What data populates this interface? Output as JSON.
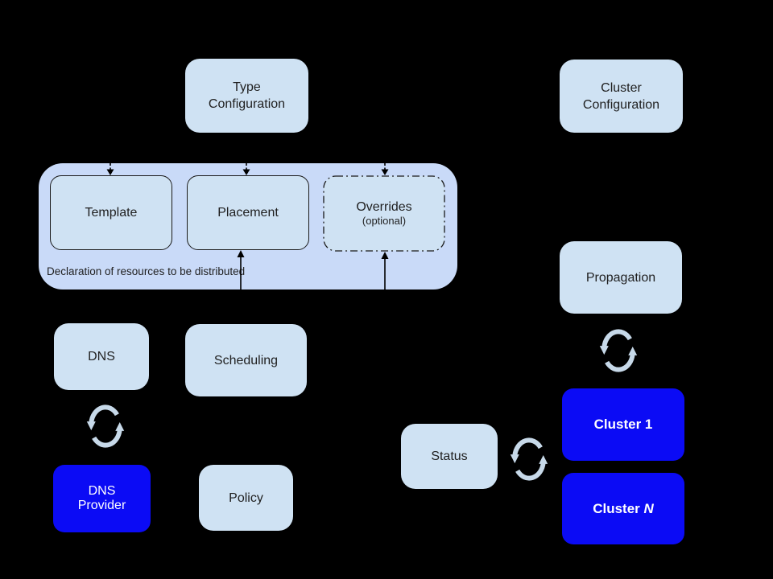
{
  "diagram": {
    "nodes": {
      "type_configuration": {
        "line1": "Type",
        "line2": "Configuration"
      },
      "cluster_configuration": {
        "line1": "Cluster",
        "line2": "Configuration"
      },
      "template": {
        "label": "Template"
      },
      "placement": {
        "label": "Placement"
      },
      "overrides": {
        "label": "Overrides",
        "note": "(optional)"
      },
      "resource_group": {
        "caption": "Declaration of resources to be distributed"
      },
      "dns": {
        "label": "DNS"
      },
      "scheduling": {
        "label": "Scheduling"
      },
      "dns_provider": {
        "line1": "DNS",
        "line2": "Provider"
      },
      "policy": {
        "label": "Policy"
      },
      "propagation": {
        "label": "Propagation"
      },
      "status": {
        "label": "Status"
      },
      "cluster_1": {
        "label": "Cluster 1"
      },
      "cluster_n": {
        "prefix": "Cluster ",
        "n": "N"
      }
    },
    "icons": {
      "sync": "sync-icon"
    },
    "colors": {
      "background": "#000000",
      "group_fill": "#c9daf8",
      "node_fill": "#cfe2f3",
      "cluster_fill": "#0b0bf5",
      "text": "#1f1f1f",
      "text_on_blue": "#ffffff",
      "sync_arrow": "#c7d9e9",
      "connector": "#000000"
    }
  }
}
